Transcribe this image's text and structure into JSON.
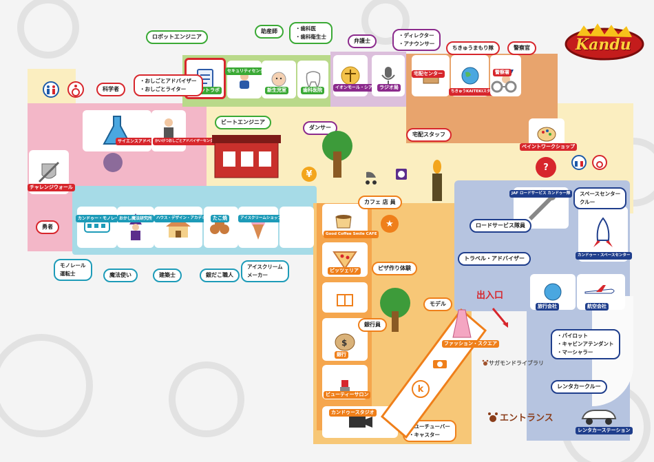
{
  "brand": {
    "logo_text": "Kandu"
  },
  "zones": {
    "robot_engineer": {
      "label": "ロボットエンジニア",
      "sign": "ロボットラボ"
    },
    "security": {
      "sign": "セキュリティセンター"
    },
    "nursery": {
      "sign": "新生児室",
      "bubble": "助産師"
    },
    "dental": {
      "sign": "歯科医院",
      "bubble_lines": [
        "・歯科医",
        "・歯科衛生士"
      ]
    },
    "aeon_theater": {
      "sign": "イオンモール・シアター",
      "bubble": "弁護士"
    },
    "radio": {
      "sign": "ラジオ局",
      "bubble_lines": [
        "・ディレクター",
        "・アナウンサー"
      ]
    },
    "delivery": {
      "sign": "宅配センター",
      "worker": "宅配スタッフ"
    },
    "kaiteki": {
      "sign": "ちきゅうKAITEKIスタジアム",
      "bubble": "ちきゅうまもり隊"
    },
    "police": {
      "sign": "警察署",
      "bubble": "警察官"
    },
    "scientist": {
      "sign": "サイエンスアドベンチャー",
      "bubble": "科学者"
    },
    "work_adviser": {
      "sign": "かいけつおしごとアドバイザーセンター",
      "bubble_lines": [
        "・おしごとアドバイザー",
        "・おしごとライター"
      ]
    },
    "challenge": {
      "sign": "チャレンジウォール",
      "bubble": "勇者"
    },
    "beat_engineer": {
      "label": "ビートエンジニア"
    },
    "dancer": {
      "label": "ダンサー"
    },
    "paint": {
      "sign": "ペイントワークショップ"
    },
    "jaf": {
      "sign": "JAF ロードサービス カンドゥー隊",
      "bubble": "ロードサービス隊員"
    },
    "space": {
      "sign": "カンドゥー・スペースセンター",
      "bubble_lines": [
        "スペースセンター",
        "クルー"
      ]
    },
    "travel": {
      "sign": "旅行会社",
      "bubble": "トラベル・アドバイザー"
    },
    "airline": {
      "sign": "航空会社",
      "bubble_lines": [
        "・パイロット",
        "・キャビンアテンダント",
        "・マーシャラー"
      ]
    },
    "rental": {
      "sign": "レンタカーステーション",
      "bubble": "レンタカークルー"
    },
    "monorail": {
      "sign": "カンドゥー・モノレール",
      "bubble_lines": [
        "モノレール",
        "運転士"
      ]
    },
    "magic": {
      "sign": "おかし魔法研究所",
      "bubble": "魔法使い"
    },
    "house": {
      "sign": "ハウス・デザイン・アカデミー",
      "bubble": "建築士"
    },
    "takoyaki": {
      "sign": "たこ焼",
      "bubble": "銀だこ職人"
    },
    "icecream": {
      "sign": "アイスクリームショップ",
      "bubble_lines": [
        "アイスクリーム",
        "メーカー"
      ]
    },
    "cafe": {
      "sign": "Good Coffee Smile CAFE",
      "bubble": "カフェ 店 員"
    },
    "pizza": {
      "sign": "ピッツェリア",
      "bubble": "ピザ作り体験"
    },
    "bank": {
      "sign": "銀行",
      "bubble": "銀行員"
    },
    "fashion": {
      "sign": "ファッション・スクエア",
      "bubble": "モデル"
    },
    "beauty": {
      "sign": "ビューティーサロン"
    },
    "studio": {
      "sign": "カンドゥースタジオ",
      "bubble_lines": [
        "・ユーチューバー",
        "・キャスター"
      ]
    },
    "library": {
      "label": "サガモンドライブラリ"
    },
    "entrance": {
      "label": "エントランス"
    },
    "exit": {
      "label": "出入口"
    }
  },
  "colors": {
    "green": "#3aa935",
    "purple": "#8b2a8c",
    "red": "#d7262c",
    "pink": "#e985a9",
    "cyan": "#1d9bb8",
    "orange": "#ef7f1a",
    "navy": "#1f3e8c",
    "brown": "#d98a50"
  }
}
